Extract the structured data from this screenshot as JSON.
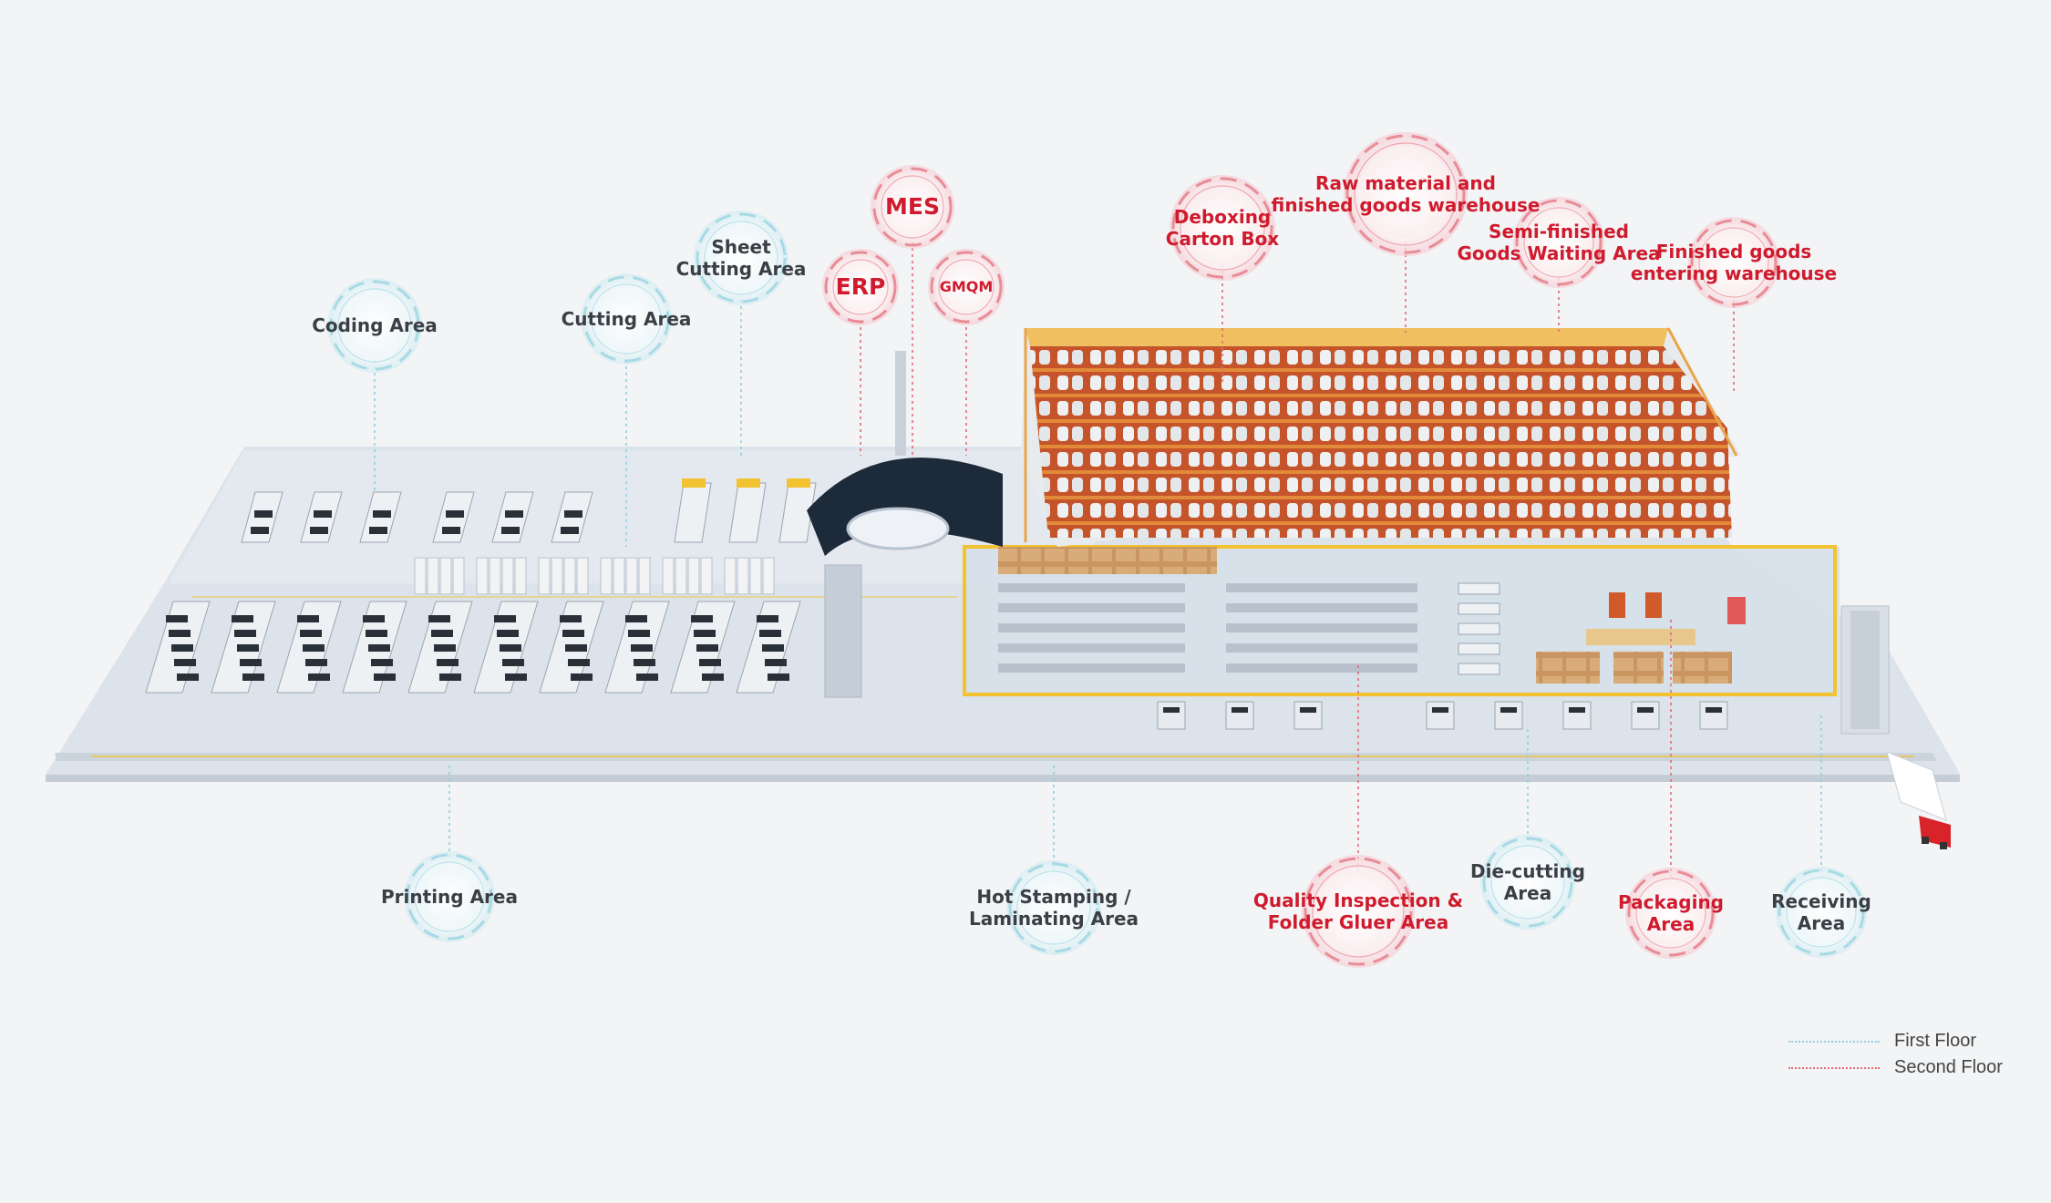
{
  "areas": {
    "coding": {
      "line1": "Coding Area",
      "floor": "first"
    },
    "cutting": {
      "line1": "Cutting Area",
      "floor": "first"
    },
    "sheet_cutting": {
      "line1": "Sheet",
      "line2": "Cutting Area",
      "floor": "first"
    },
    "mes": {
      "line1": "MES",
      "floor": "second"
    },
    "erp": {
      "line1": "ERP",
      "floor": "second"
    },
    "gmqm": {
      "line1": "GMQM",
      "floor": "second"
    },
    "deboxing": {
      "line1": "Deboxing",
      "line2": "Carton Box",
      "floor": "second"
    },
    "raw_material": {
      "line1": "Raw material and",
      "line2": "finished goods warehouse",
      "floor": "second"
    },
    "semi_finished": {
      "line1": "Semi-finished",
      "line2": "Goods Waiting Area",
      "floor": "second"
    },
    "finished_goods": {
      "line1": "Finished goods",
      "line2": "entering warehouse",
      "floor": "second"
    },
    "printing": {
      "line1": "Printing Area",
      "floor": "first"
    },
    "hot_stamping": {
      "line1": "Hot Stamping /",
      "line2": "Laminating Area",
      "floor": "first"
    },
    "quality": {
      "line1": "Quality Inspection &",
      "line2": "Folder Gluer Area",
      "floor": "second"
    },
    "die_cutting": {
      "line1": "Die-cutting",
      "line2": "Area",
      "floor": "first"
    },
    "packaging": {
      "line1": "Packaging",
      "line2": "Area",
      "floor": "second"
    },
    "receiving": {
      "line1": "Receiving",
      "line2": "Area",
      "floor": "first"
    }
  },
  "legend": {
    "first_floor": "First Floor",
    "second_floor": "Second Floor"
  },
  "colors": {
    "first_floor": "#8fd0de",
    "second_floor": "#e36a77",
    "red_label": "#cf1b2d",
    "dark_label": "#3b3f45",
    "rack_orange": "#d9682e",
    "zone_yellow": "#f2c230",
    "floor": "#dfe4ea"
  }
}
